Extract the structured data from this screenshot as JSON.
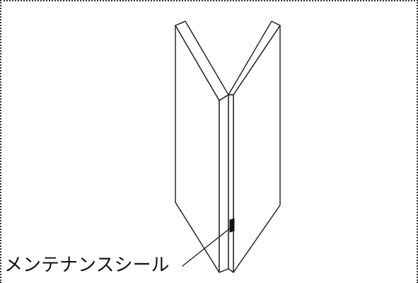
{
  "callout": {
    "label": "メンテナンスシール"
  },
  "icons": {
    "folded_panel": "folded-panel-illustration",
    "seal": "maintenance-seal-marker"
  },
  "colors": {
    "line": "#1a1a1a",
    "background": "#ffffff",
    "frame_border": "#333333"
  }
}
